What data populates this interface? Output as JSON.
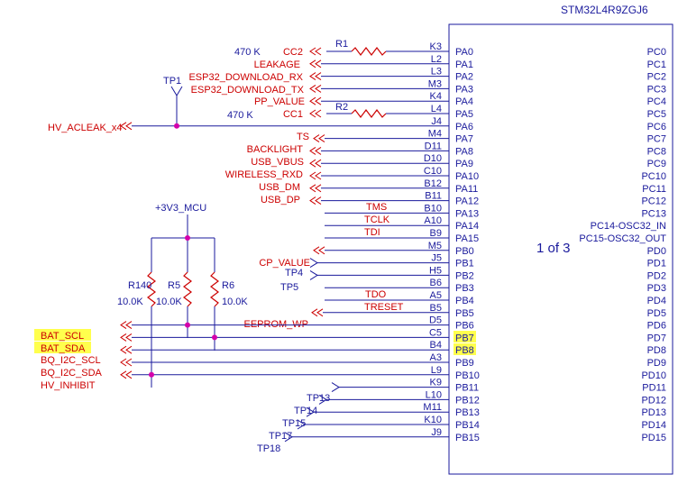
{
  "chip": {
    "part_number": "STM32L4R9ZGJ6",
    "unit_label": "1 of 3"
  },
  "colors": {
    "wire": "#1a1a9c",
    "net_label": "#cc0000",
    "component": "#1a1a9c",
    "pin": "#1a1a9c",
    "junction": "#d400aa",
    "highlight": "#ffff4d"
  },
  "power": {
    "label": "+3V3_MCU"
  },
  "resistors": [
    {
      "ref": "R1"
    },
    {
      "ref": "R2"
    },
    {
      "ref": "R140",
      "value": "10.0K"
    },
    {
      "ref": "R5",
      "value": "10.0K"
    },
    {
      "ref": "R6",
      "value": "10.0K"
    }
  ],
  "resistor_value_labels": [
    "470 K",
    "470 K"
  ],
  "test_points": [
    "TP1",
    "TP4",
    "TP5",
    "TP13",
    "TP14",
    "TP15",
    "TP17",
    "TP18"
  ],
  "left_pins": [
    {
      "ball": "K3",
      "name": "PA0"
    },
    {
      "ball": "L2",
      "name": "PA1"
    },
    {
      "ball": "L3",
      "name": "PA2"
    },
    {
      "ball": "M3",
      "name": "PA3"
    },
    {
      "ball": "K4",
      "name": "PA4"
    },
    {
      "ball": "L4",
      "name": "PA5"
    },
    {
      "ball": "J4",
      "name": "PA6"
    },
    {
      "ball": "M4",
      "name": "PA7"
    },
    {
      "ball": "D11",
      "name": "PA8"
    },
    {
      "ball": "D10",
      "name": "PA9"
    },
    {
      "ball": "C10",
      "name": "PA10"
    },
    {
      "ball": "B12",
      "name": "PA11"
    },
    {
      "ball": "B11",
      "name": "PA12"
    },
    {
      "ball": "B10",
      "name": "PA13"
    },
    {
      "ball": "A10",
      "name": "PA14"
    },
    {
      "ball": "B9",
      "name": "PA15"
    },
    {
      "ball": "M5",
      "name": "PB0"
    },
    {
      "ball": "J5",
      "name": "PB1"
    },
    {
      "ball": "H5",
      "name": "PB2"
    },
    {
      "ball": "B6",
      "name": "PB3"
    },
    {
      "ball": "A5",
      "name": "PB4"
    },
    {
      "ball": "B5",
      "name": "PB5"
    },
    {
      "ball": "D5",
      "name": "PB6"
    },
    {
      "ball": "C5",
      "name": "PB7"
    },
    {
      "ball": "B4",
      "name": "PB8"
    },
    {
      "ball": "A3",
      "name": "PB9"
    },
    {
      "ball": "L9",
      "name": "PB10"
    },
    {
      "ball": "K9",
      "name": "PB11"
    },
    {
      "ball": "L10",
      "name": "PB12"
    },
    {
      "ball": "M11",
      "name": "PB13"
    },
    {
      "ball": "K10",
      "name": "PB14"
    },
    {
      "ball": "J9",
      "name": "PB15"
    }
  ],
  "right_pins": [
    "PC0",
    "PC1",
    "PC2",
    "PC3",
    "PC4",
    "PC5",
    "PC6",
    "PC7",
    "PC8",
    "PC9",
    "PC10",
    "PC11",
    "PC12",
    "PC13",
    "PC14-OSC32_IN",
    "PC15-OSC32_OUT",
    "PD0",
    "PD1",
    "PD2",
    "PD3",
    "PD4",
    "PD5",
    "PD6",
    "PD7",
    "PD8",
    "PD9",
    "PD10",
    "PD11",
    "PD12",
    "PD13",
    "PD14",
    "PD15"
  ],
  "nets": {
    "cc2": "CC2",
    "leakage": "LEAKAGE",
    "esp32_download_rx": "ESP32_DOWNLOAD_RX",
    "esp32_download_tx": "ESP32_DOWNLOAD_TX",
    "pp_value": "PP_VALUE",
    "cc1": "CC1",
    "hv_acleak": "HV_ACLEAK_x4",
    "ts": "TS",
    "backlight": "BACKLIGHT",
    "usb_vbus": "USB_VBUS",
    "wireless_rxd": "WIRELESS_RXD",
    "usb_dm": "USB_DM",
    "usb_dp": "USB_DP",
    "tms": "TMS",
    "tclk": "TCLK",
    "tdi": "TDI",
    "cp_value": "CP_VALUE",
    "tdo": "TDO",
    "treset": "TRESET",
    "eeprom_wp": "EEPROM_WP",
    "bat_scl": "BAT_SCL",
    "bat_sda": "BAT_SDA",
    "bq_i2c_scl": "BQ_I2C_SCL",
    "bq_i2c_sda": "BQ_I2C_SDA",
    "hv_inhibit": "HV_INHIBIT"
  }
}
